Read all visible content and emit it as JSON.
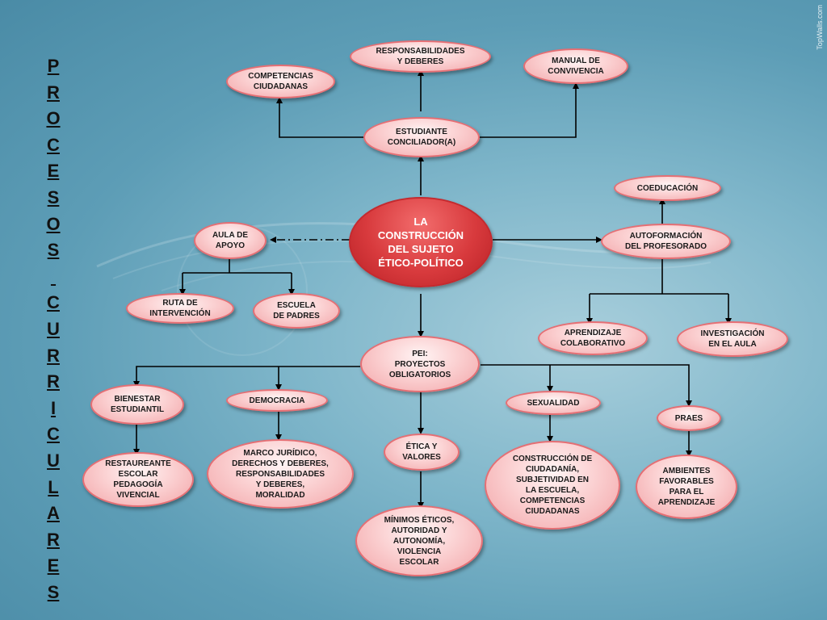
{
  "title_vertical": [
    "P",
    "R",
    "O",
    "C",
    "E",
    "S",
    "O",
    "S",
    " ",
    "C",
    "U",
    "R",
    "R",
    "I",
    "C",
    "U",
    "L",
    "A",
    "R",
    "E",
    "S"
  ],
  "watermark": "TopWalls.com",
  "nodes": {
    "center": "LA\nCONSTRUCCIÓN\nDEL SUJETO\nÉTICO-POLÍTICO",
    "responsabilidades": "RESPONSABILIDADES\nY DEBERES",
    "competencias": "COMPETENCIAS\nCIUDADANAS",
    "manual": "MANUAL DE\nCONVIVENCIA",
    "estudiante": "ESTUDIANTE\nCONCILIADOR(A)",
    "coeducacion": "COEDUCACIÓN",
    "autoformacion": "AUTOFORMACIÓN\nDEL PROFESORADO",
    "aprendizaje": "APRENDIZAJE\nCOLABORATIVO",
    "investigacion": "INVESTIGACIÓN\nEN EL AULA",
    "aula": "AULA DE\nAPOYO",
    "ruta": "RUTA DE\nINTERVENCIÓN",
    "escuela": "ESCUELA\nDE PADRES",
    "pei": "PEI:\nPROYECTOS\nOBLIGATORIOS",
    "bienestar": "BIENESTAR\nESTUDIANTIL",
    "democracia": "DEMOCRACIA",
    "sexualidad": "SEXUALIDAD",
    "praes": "PRAES",
    "restaureante": "RESTAUREANTE\nESCOLAR\nPEDAGOGÍA\nVIVENCIAL",
    "marco": "MARCO JURÍDICO,\nDERECHOS Y DEBERES,\nRESPONSABILIDADES\nY DEBERES,\nMORALIDAD",
    "etica": "ÉTICA Y\nVALORES",
    "minimos": "MÍNIMOS ÉTICOS,\nAUTORIDAD Y\nAUTONOMÍA,\nVIOLENCIA\nESCOLAR",
    "construccion_ciudadania": "CONSTRUCCIÓN DE\nCIUDADANÍA,\nSUBJETIVIDAD EN\nLA ESCUELA,\nCOMPETENCIAS\nCIUDADANAS",
    "ambientes": "AMBIENTES\nFAVORABLES\nPARA EL\nAPRENDIZAJE"
  }
}
